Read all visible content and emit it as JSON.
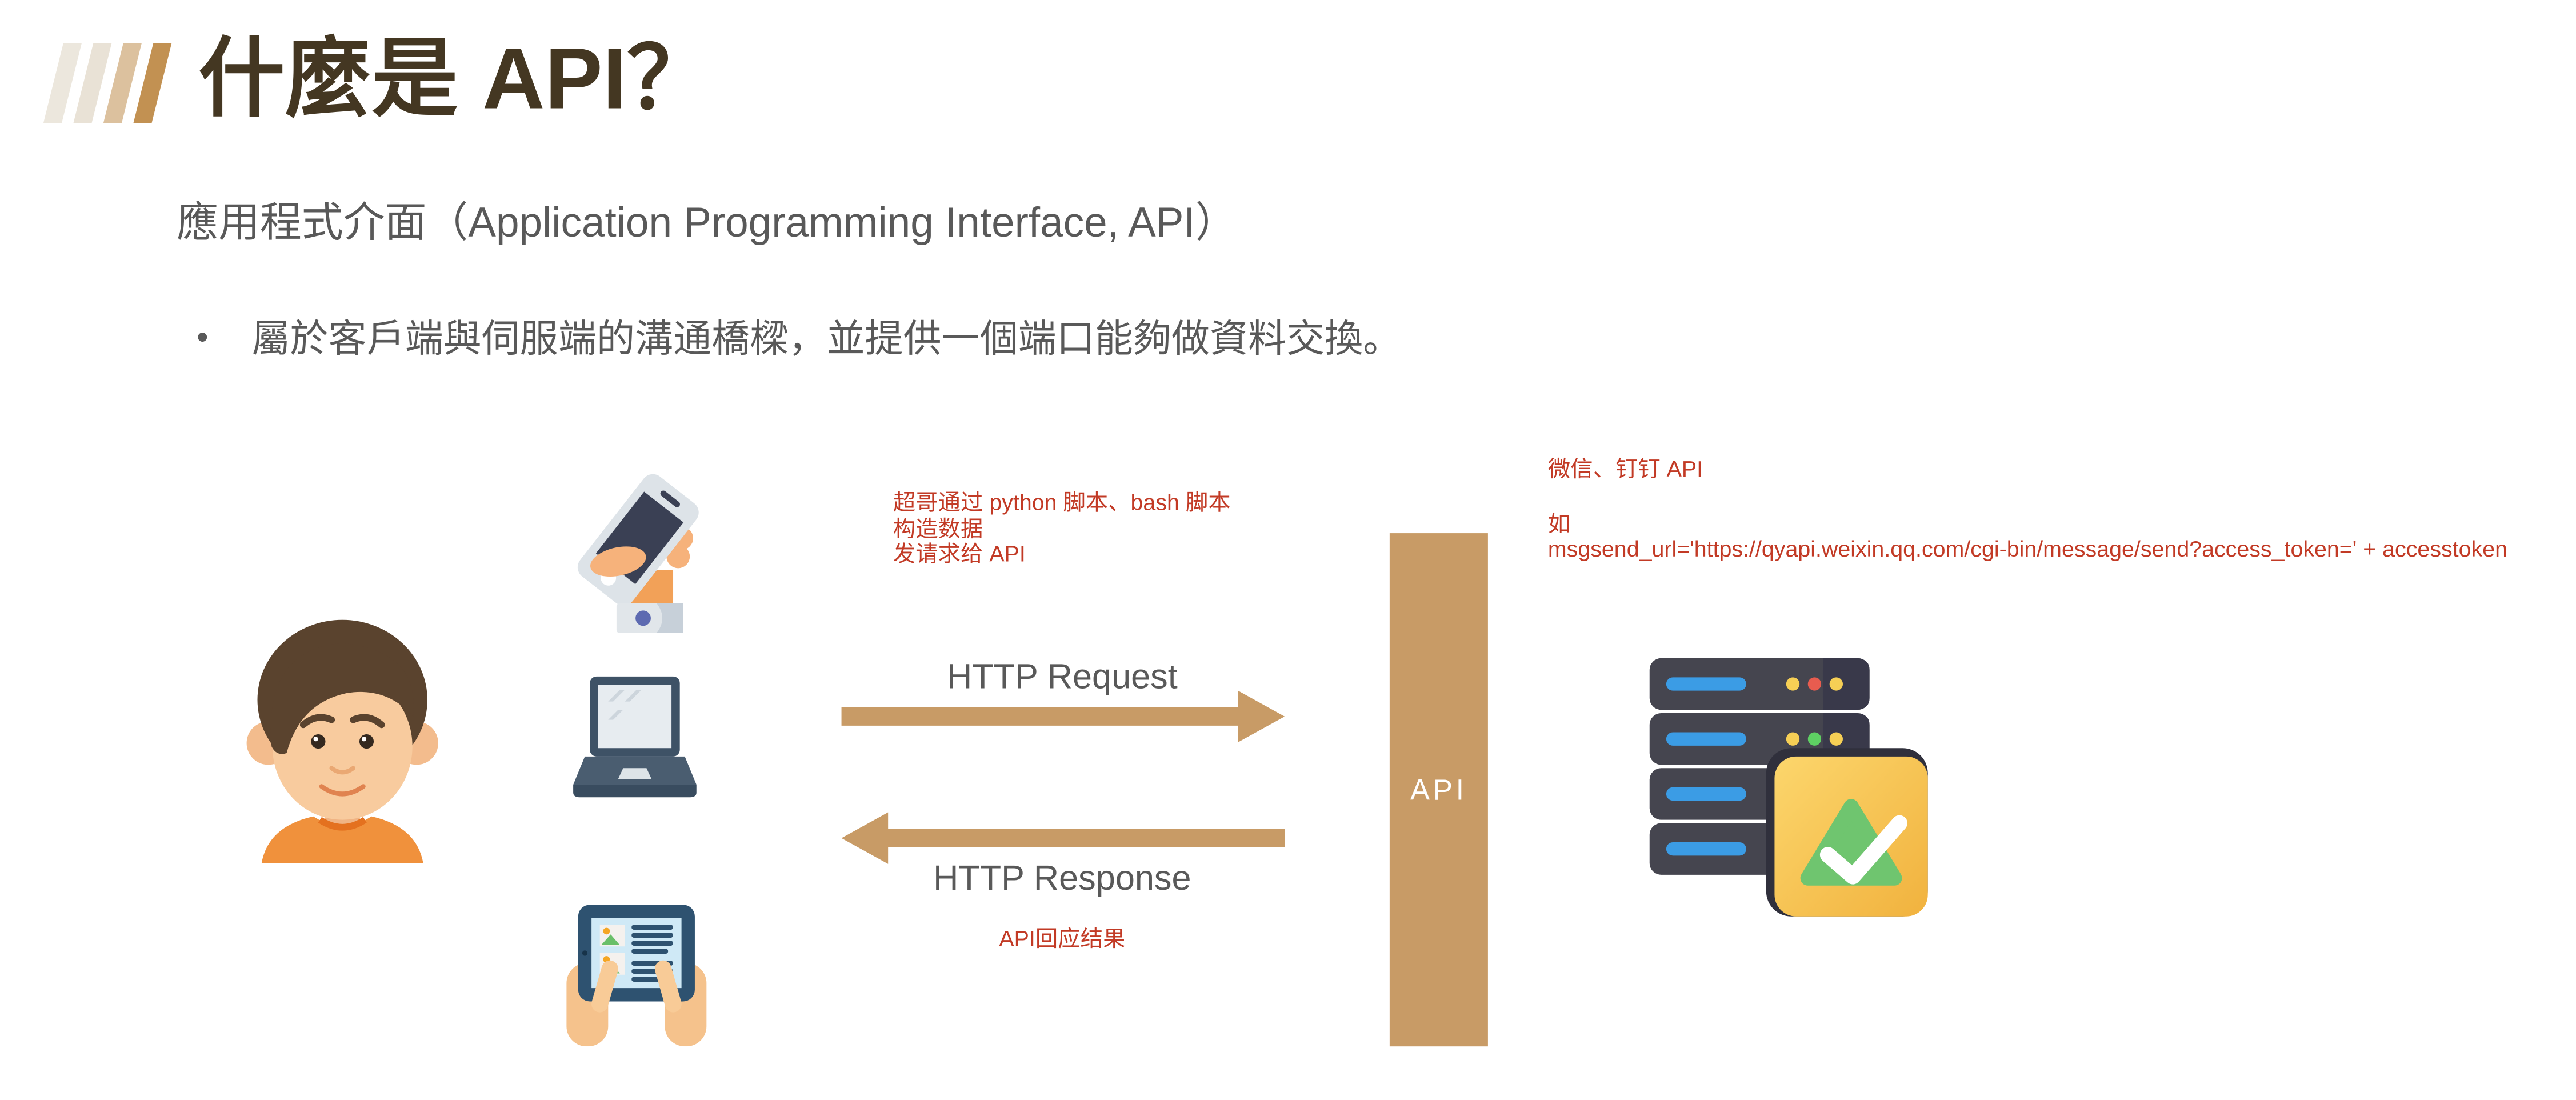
{
  "slide": {
    "title": "什麼是 API？",
    "subtitle": "應用程式介面（Application Programming Interface, API）",
    "bullet_marker": "•",
    "bullet_text": "屬於客戶端與伺服端的溝通橋樑，並提供一個端口能夠做資料交換。"
  },
  "diagram": {
    "client_annotation": {
      "line1": "超哥通过 python 脚本、bash 脚本",
      "line2": "构造数据",
      "line3": "发请求给 API"
    },
    "http_request_label": "HTTP Request",
    "http_response_label": "HTTP Response",
    "response_annotation": "API回应结果",
    "api_bar_label": "API",
    "server_annotation": {
      "line1": "微信、钉钉 API",
      "line2": "如",
      "line3": "msgsend_url='https://qyapi.weixin.qq.com/cgi-bin/message/send?access_token=' + accesstoken"
    }
  },
  "icons": {
    "person": "person-illustration",
    "smartphone": "smartphone-in-hand-icon",
    "laptop": "laptop-icon",
    "tablet": "tablet-in-hands-icon",
    "server": "server-with-check-icon",
    "request_arrow": "right-arrow-icon",
    "response_arrow": "left-arrow-icon"
  },
  "colors": {
    "accent_tan": "#c89b66",
    "title_brown": "#443722",
    "body_gray": "#595959",
    "annotation_red": "#c23a25"
  }
}
